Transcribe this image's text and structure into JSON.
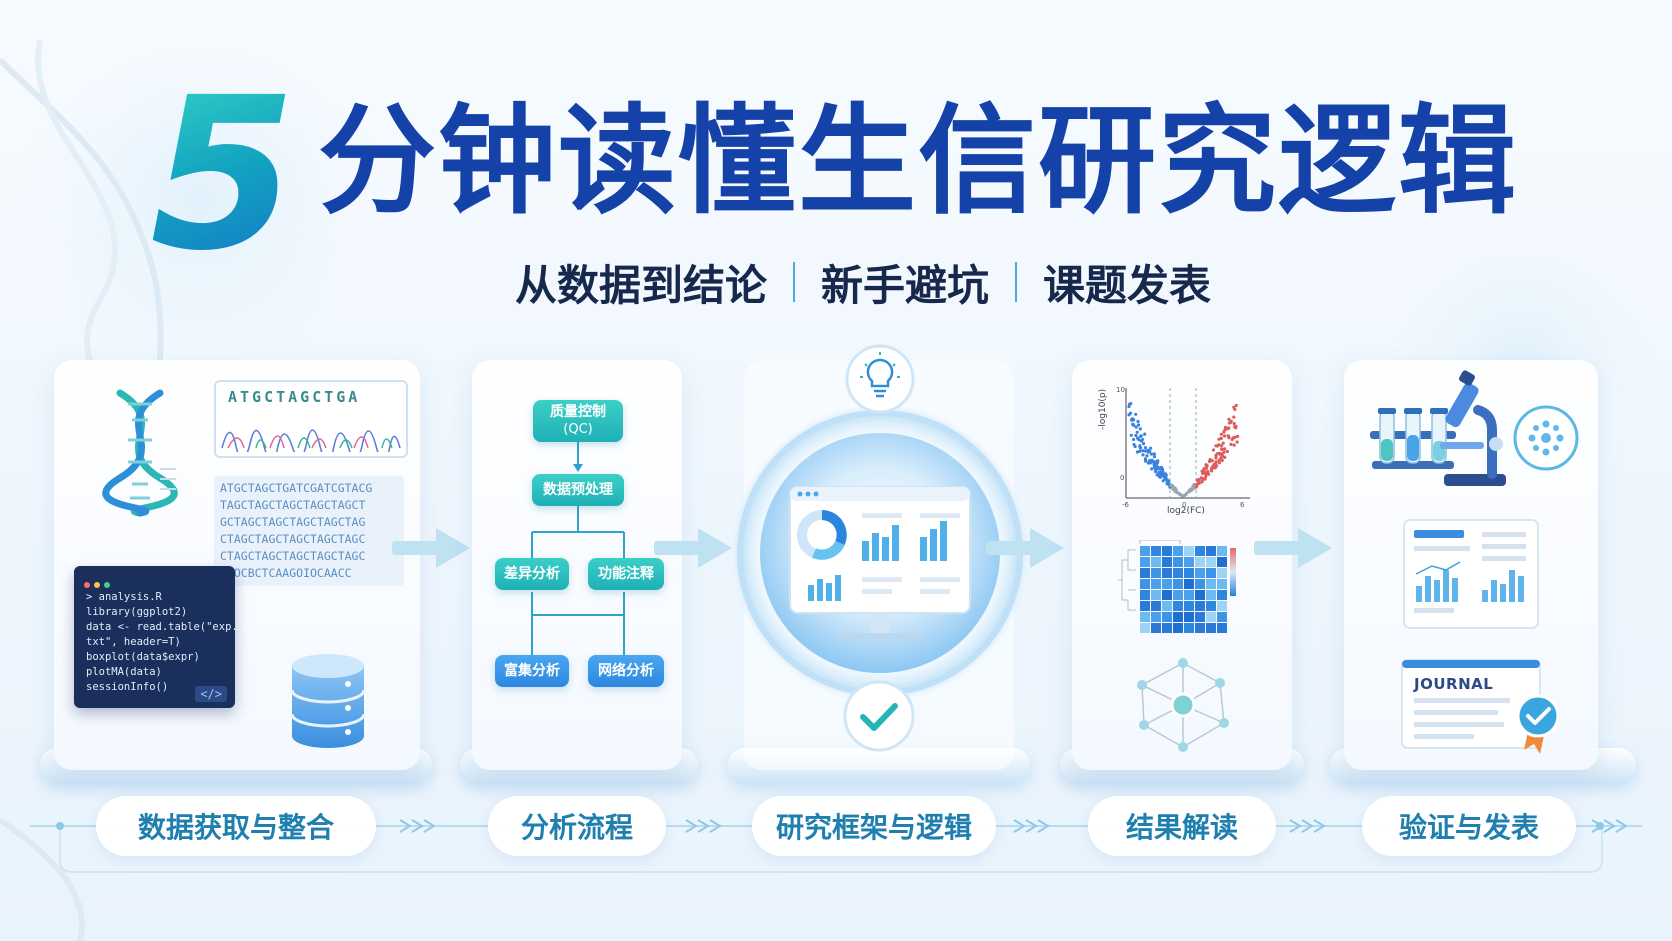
{
  "title": {
    "number": "5",
    "text": "分钟读懂生信研究逻辑"
  },
  "subtitle": {
    "parts": [
      "从数据到结论",
      "新手避坑",
      "课题发表"
    ]
  },
  "steps": [
    {
      "label": "数据获取与整合"
    },
    {
      "label": "分析流程"
    },
    {
      "label": "研究框架与逻辑"
    },
    {
      "label": "结果解读"
    },
    {
      "label": "验证与发表"
    }
  ],
  "panel1": {
    "sequence_header": "ATGCTAGCTGA",
    "sequence_lines": [
      "ATGCTAGCTGATCGATCGTACG",
      "TAGCTAGCTAGCTAGCTAGCT",
      "GCTAGCTAGCTAGCTAGCTAG",
      "CTAGCTAGCTAGCTAGCTAGC",
      "CTAGCTAGCTAGCTAGCTAGC",
      "BOOCBCTCAAGOIOCAACC"
    ],
    "code_lines": [
      "> analysis.R",
      "  library(ggplot2)",
      "  data <- read.table(\"exp.",
      "   txt\", header=T)",
      "  boxplot(data$expr)",
      "  plotMA(data)",
      "  sessionInfo()"
    ],
    "code_tag": "</>",
    "icons": [
      "dna-icon",
      "chromatogram-icon",
      "code-window-icon",
      "database-icon"
    ]
  },
  "panel2": {
    "qc": {
      "line1": "质量控制",
      "line2": "(QC)"
    },
    "preprocess": "数据预处理",
    "diff": "差异分析",
    "annotation": "功能注释",
    "enrichment": "富集分析",
    "network": "网络分析"
  },
  "panel3": {
    "icons": [
      "lightbulb-icon",
      "monitor-dashboard-icon",
      "checkmark-icon"
    ]
  },
  "panel4": {
    "volcano": {
      "ylabel": "-log10(p)",
      "xlabel": "log2(FC)"
    },
    "icons": [
      "volcano-plot-icon",
      "heatmap-icon",
      "network-graph-icon"
    ]
  },
  "panel5": {
    "journal_label": "JOURNAL",
    "icons": [
      "test-tubes-icon",
      "microscope-icon",
      "report-chart-icon",
      "certificate-badge-icon"
    ]
  },
  "colors": {
    "title_blue": "#1542a8",
    "teal": "#1fb0b6",
    "accent_blue": "#2c86e0",
    "step_label": "#1f7fae"
  }
}
